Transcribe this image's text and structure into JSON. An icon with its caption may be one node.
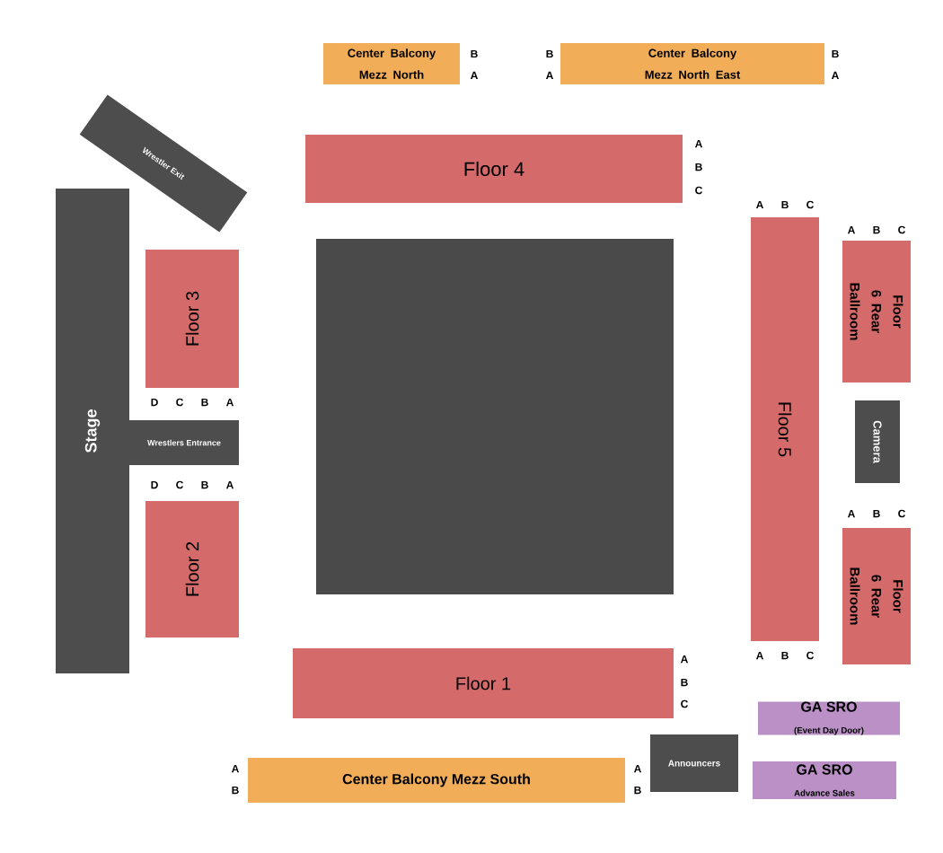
{
  "diagram": {
    "nodes": [
      {
        "text": [
          "Center Balcony Mezz North"
        ],
        "beside": [
          "B",
          "A"
        ]
      },
      {
        "text": [
          "Center Balcony Mezz North East"
        ],
        "beside": [
          "B",
          "A",
          "B",
          "A"
        ]
      },
      {
        "text": [
          "Wrestler Exit"
        ]
      },
      {
        "text": [
          "Floor 4"
        ],
        "beside": [
          "A",
          "B",
          "C"
        ]
      },
      {
        "text": [
          "Stage"
        ]
      },
      {
        "text": [
          "Floor 3"
        ],
        "beside": [
          "D",
          "C",
          "B",
          "A"
        ]
      },
      {
        "text": [
          "Floor 5"
        ],
        "beside": [
          "A",
          "B",
          "C",
          "A",
          "B",
          "C"
        ]
      },
      {
        "text": [
          "Floor 6 Rear Ballroom"
        ],
        "beside": [
          "A",
          "B",
          "C"
        ]
      },
      {
        "text": [],
        "shape": "box"
      },
      {
        "text": [
          "Camera"
        ]
      },
      {
        "text": [
          "Wrestlers Entrance"
        ]
      },
      {
        "text": [
          "Floor 2"
        ],
        "beside": [
          "D",
          "C",
          "B",
          "A"
        ]
      },
      {
        "text": [
          "Floor 6 Rear Ballroom"
        ],
        "beside": [
          "A",
          "B",
          "C"
        ]
      },
      {
        "text": [
          "Floor 1"
        ],
        "beside": [
          "A",
          "B",
          "C"
        ]
      },
      {
        "text": [
          "GA SRO",
          "(Event Day Door)"
        ]
      },
      {
        "text": [
          "Announcers"
        ]
      },
      {
        "text": [
          "Center Balcony Mezz South"
        ],
        "beside": [
          "A",
          "B",
          "A",
          "B"
        ]
      },
      {
        "text": [
          "GA SRO",
          "Advance Sales"
        ]
      }
    ]
  }
}
